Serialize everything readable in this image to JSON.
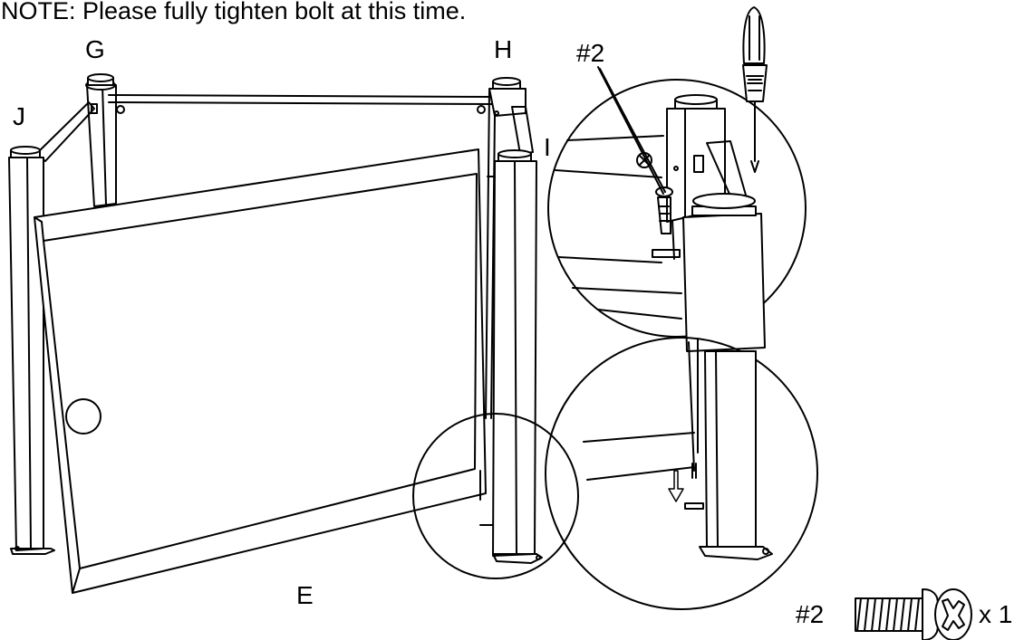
{
  "note": "NOTE: Please fully tighten bolt at this time.",
  "labels": {
    "g": "G",
    "h": "H",
    "i": "I",
    "j": "J",
    "e": "E",
    "detail_part": "#2"
  },
  "legend": {
    "part": "#2",
    "quantity": "x 1",
    "icon": "bolt-icon"
  }
}
